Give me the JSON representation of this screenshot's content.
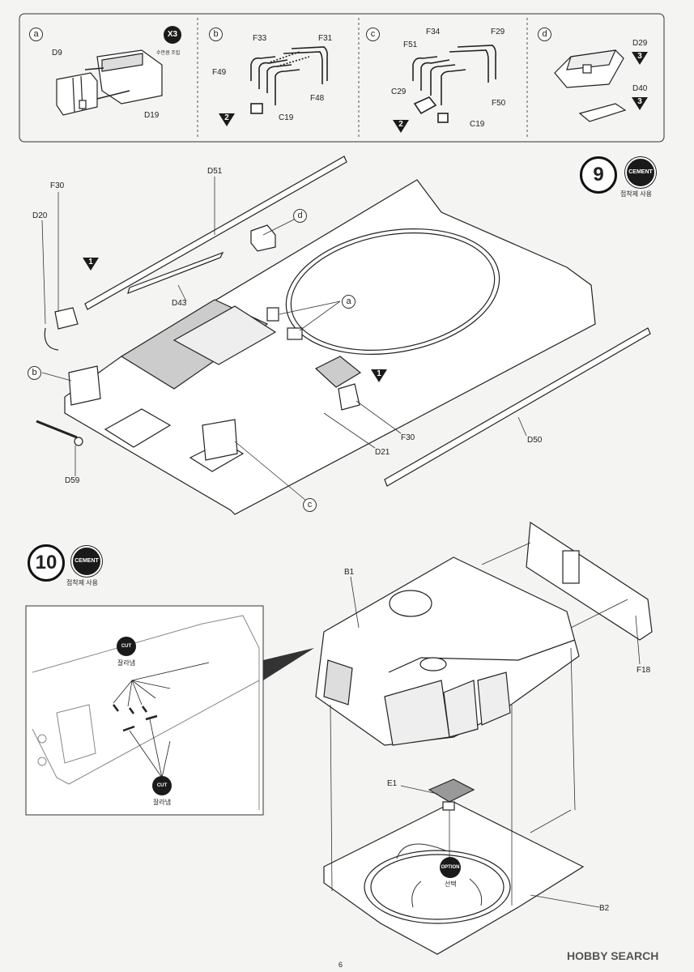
{
  "subassemblies": {
    "a": {
      "letter": "a",
      "parts": [
        "D9",
        "D19"
      ],
      "multiplier": "X3",
      "multiplier_note": "수만큼 조립"
    },
    "b": {
      "letter": "b",
      "parts": [
        "F33",
        "F31",
        "F49",
        "F48",
        "C19"
      ],
      "marker": "2"
    },
    "c": {
      "letter": "c",
      "parts": [
        "F34",
        "F51",
        "F29",
        "C29",
        "F50",
        "C19"
      ],
      "marker": "2"
    },
    "d": {
      "letter": "d",
      "parts": [
        "D29",
        "D40"
      ],
      "markers": [
        "3",
        "3"
      ]
    }
  },
  "step9": {
    "number": "9",
    "badge": "CEMENT",
    "badge_caption": "접착제 사용",
    "labels": {
      "d51": "D51",
      "f30_top": "F30",
      "d20": "D20",
      "d43": "D43",
      "d_ref": "d",
      "a_ref": "a",
      "b_ref": "b",
      "f30_right": "F30",
      "d21": "D21",
      "d50": "D50",
      "d59": "D59",
      "c_ref": "c"
    },
    "markers": [
      "1",
      "1"
    ]
  },
  "step10": {
    "number": "10",
    "badge": "CEMENT",
    "badge_caption": "접착제 사용",
    "labels": {
      "b1": "B1",
      "f18": "F18",
      "e1": "E1",
      "b2": "B2"
    },
    "cut_badge": "CUT",
    "cut_caption": "잘라냄",
    "option_badge": "OPTION",
    "option_caption": "선택"
  },
  "footer": {
    "page_number": "6",
    "watermark": "HOBBY SEARCH"
  }
}
